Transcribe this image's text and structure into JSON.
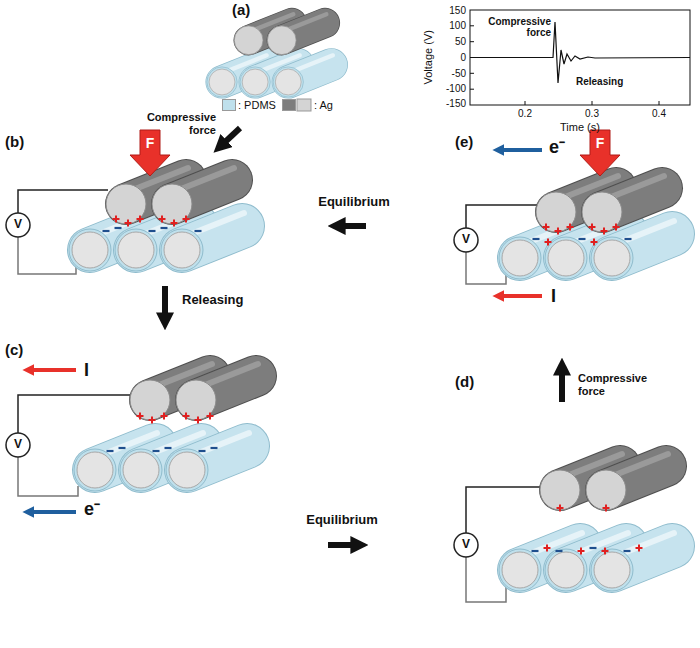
{
  "diagram": {
    "labels": [
      "(a)",
      "Compressive force",
      "Releasing",
      "Voltage (V)",
      "Time (s)",
      "150",
      "100",
      "50",
      "0",
      "-50",
      "-100",
      "-150",
      "0.2",
      "0.3",
      "0.4",
      "Compressive force",
      "(b)",
      "F",
      "V",
      "Equilibrium",
      "(e)",
      "e⁻",
      "F",
      "V",
      "I",
      "Releasing",
      "(c)",
      "I",
      "V",
      "e⁻",
      "Equilibrium",
      "(d)",
      "V",
      "Compressive force"
    ],
    "legend": [
      {
        "text": ": PDMS",
        "color": "#bfe0ec"
      },
      {
        "text": ": Ag",
        "color": "#7d7d7d"
      }
    ]
  }
}
